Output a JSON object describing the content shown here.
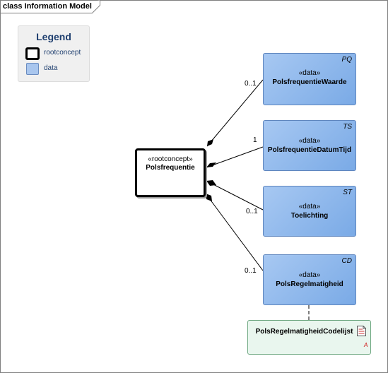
{
  "frame": {
    "title": "class Information Model"
  },
  "legend": {
    "title": "Legend",
    "items": [
      {
        "label": "rootconcept"
      },
      {
        "label": "data"
      }
    ]
  },
  "root": {
    "stereotype": "«rootconcept»",
    "name": "Polsfrequentie"
  },
  "classes": [
    {
      "type": "PQ",
      "stereotype": "«data»",
      "name": "PolsfrequentieWaarde",
      "multiplicity": "0..1"
    },
    {
      "type": "TS",
      "stereotype": "«data»",
      "name": "PolsfrequentieDatumTijd",
      "multiplicity": "1"
    },
    {
      "type": "ST",
      "stereotype": "«data»",
      "name": "Toelichting",
      "multiplicity": "0..1"
    },
    {
      "type": "CD",
      "stereotype": "«data»",
      "name": "PolsRegelmatigheid",
      "multiplicity": "0..1"
    }
  ],
  "codelist": {
    "name": "PolsRegelmatigheidCodelijst",
    "marker": "A"
  },
  "colors": {
    "data_fill": "#8db5ec",
    "data_border": "#5f86be",
    "root_border": "#000000",
    "codelist_fill": "#e9f6ee",
    "legend_title": "#1f3f6f"
  }
}
